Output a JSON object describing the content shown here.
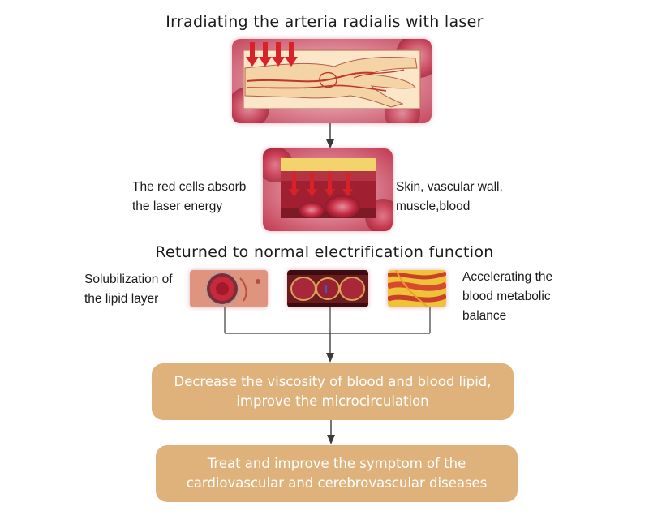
{
  "title_top": "Irradiating the arteria radialis with laser",
  "label_red_cells": [
    "The red cells absorb",
    "the laser energy"
  ],
  "label_skin": [
    "Skin, vascular wall,",
    "muscle,blood"
  ],
  "title_middle": "Returned to normal electrification function",
  "label_solubilization": [
    "Solubilization of",
    "the lipid layer"
  ],
  "label_accelerating": [
    "Accelerating the",
    "blood metabolic",
    "balance"
  ],
  "box_viscosity": [
    "Decrease the viscosity of blood and blood lipid,",
    "improve the microcirculation"
  ],
  "box_treat": [
    "Treat and improve the symptom of the",
    "cardiovascular and cerebrovascular diseases"
  ],
  "colors": {
    "box_fill": "#dfb27c",
    "box_text": "#ffffff",
    "arrow": "#3a3a3a",
    "laser_arrow": "#d8222a"
  }
}
